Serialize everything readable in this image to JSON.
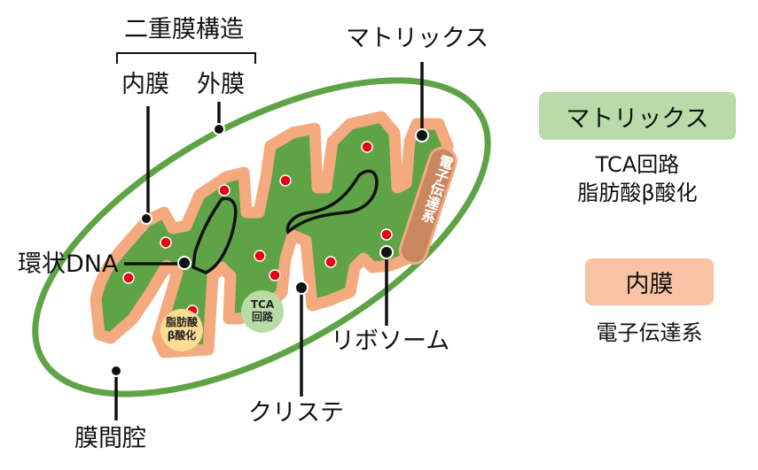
{
  "labels": {
    "double_membrane": "二重膜構造",
    "inner_membrane": "内膜",
    "outer_membrane": "外膜",
    "matrix": "マトリックス",
    "circular_dna": "環状DNA",
    "ribosome": "リボソーム",
    "cristae": "クリステ",
    "intermembrane_space": "膜間腔",
    "etc_bar": "電子伝達系",
    "tca_circle": [
      "TCA",
      "回路"
    ],
    "beta_circle": [
      "脂肪酸",
      "β酸化"
    ]
  },
  "legend": {
    "matrix_box": "マトリックス",
    "matrix_desc": [
      "TCA回路",
      "脂肪酸β酸化"
    ],
    "inner_box": "内膜",
    "inner_desc": "電子伝達系"
  },
  "colors": {
    "outer": "#5ea446",
    "inner": "#f5a97f",
    "matrix": "#5ea446",
    "ribosome": "#e60012",
    "etc": "#c8875e",
    "matrix_box": "#b9dba8",
    "inner_box": "#f9c2a4"
  }
}
